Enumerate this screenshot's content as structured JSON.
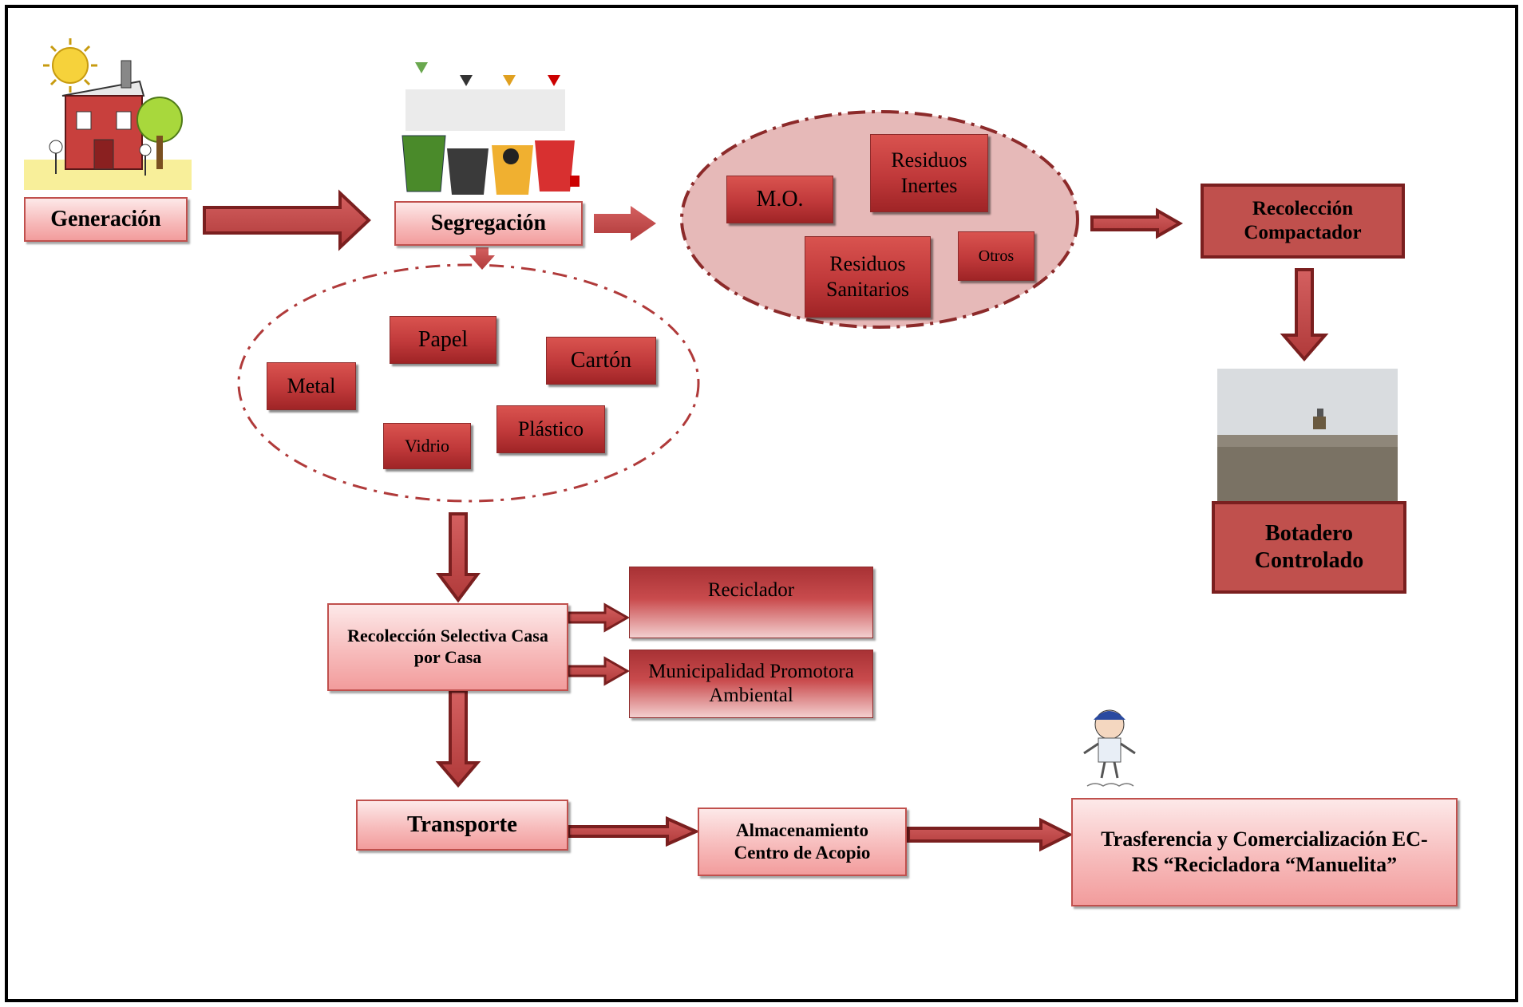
{
  "nodes": {
    "generacion": "Generación",
    "segregacion": "Segregación",
    "mo": "M.O.",
    "residuos_inertes": "Residuos Inertes",
    "residuos_sanitarios": "Residuos Sanitarios",
    "otros": "Otros",
    "recoleccion_compactador": "Recolección Compactador",
    "botadero": "Botadero Controlado",
    "papel": "Papel",
    "carton": "Cartón",
    "metal": "Metal",
    "plastico": "Plástico",
    "vidrio": "Vidrio",
    "recoleccion_selectiva": "Recolección Selectiva Casa por Casa",
    "reciclador": "Reciclador",
    "municipalidad": "Municipalidad Promotora Ambiental",
    "transporte": "Transporte",
    "almacenamiento": "Almacenamiento Centro de Acopio",
    "trasferencia": "Trasferencia y Comercialización EC-RS “Recicladora “Manuelita”"
  },
  "colors": {
    "arrow_fill": "#c0504d",
    "arrow_stroke": "#7a1f1f",
    "ellipse_fill": "#e6b9b8",
    "ellipse_stroke": "#b03a3a"
  }
}
